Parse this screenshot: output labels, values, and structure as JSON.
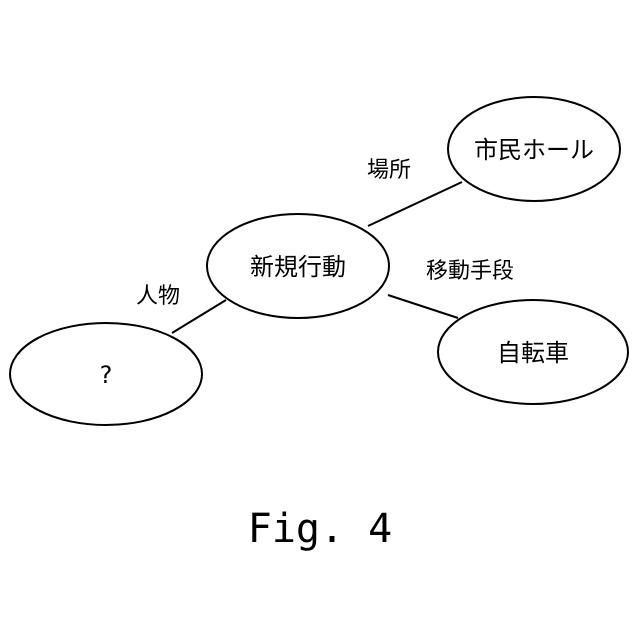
{
  "diagram": {
    "nodes": {
      "center": {
        "label": "新規行動"
      },
      "place": {
        "label": "市民ホール"
      },
      "transport": {
        "label": "自転車"
      },
      "person": {
        "label": "?"
      }
    },
    "edges": {
      "place": {
        "label": "場所"
      },
      "transport": {
        "label": "移動手段"
      },
      "person": {
        "label": "人物"
      }
    }
  },
  "caption": "Fig. 4"
}
